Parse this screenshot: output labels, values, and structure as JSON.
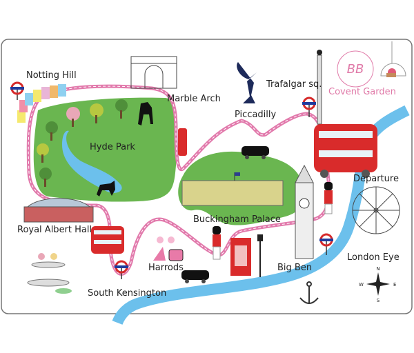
{
  "map": {
    "places": {
      "notting_hill": "Notting Hill",
      "marble_arch": "Marble Arch",
      "piccadilly": "Piccadilly",
      "trafalgar": "Trafalgar sq.",
      "covent_garden": "Covent Garden",
      "hyde_park": "Hyde Park",
      "buckingham": "Buckingham Palace",
      "departure": "Departure",
      "royal_albert_hall": "Royal Albert Hall",
      "harrods": "Harrods",
      "big_ben": "Big Ben",
      "london_eye": "London Eye",
      "south_kensington": "South Kensington"
    },
    "compass": {
      "n": "N",
      "s": "S",
      "e": "E",
      "w": "W"
    },
    "colors": {
      "park": "#6ab650",
      "river": "#6cc0ec",
      "route": "#e27aac",
      "bus": "#d92b2b",
      "underground": "#d62a2a"
    }
  }
}
